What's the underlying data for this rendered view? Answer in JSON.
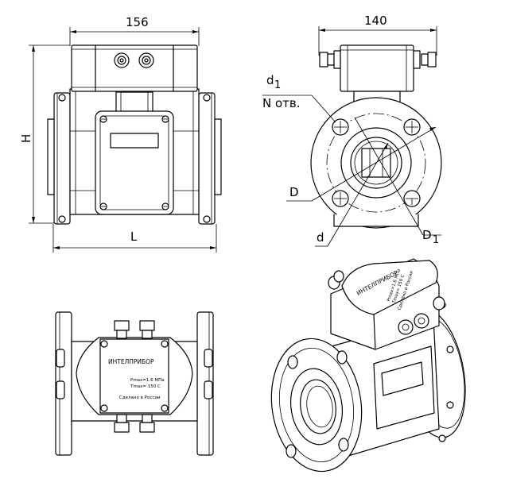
{
  "dimensions": {
    "width_front": "156",
    "width_side": "140",
    "height": "H",
    "length": "L",
    "bolt_hole_dia": "d",
    "bolt_hole_sub": "1",
    "holes_count": "N отв.",
    "flange_dia": "D",
    "bolt_circle": "D",
    "bolt_circle_sub": "1",
    "bore": "d"
  },
  "nameplate_top": {
    "brand": "ИНТЕЛПРИБОР",
    "pmax": "Pmax=1.6 МПа",
    "tmax": "Tmax= 150 С",
    "origin": "Сделано в России"
  },
  "nameplate_iso": {
    "brand": "ИНТЕЛПРИБОР",
    "pmax": "Pmax=1.6 МПа",
    "tmax": "Tmax= 150 С",
    "origin": "Сделано в России"
  }
}
